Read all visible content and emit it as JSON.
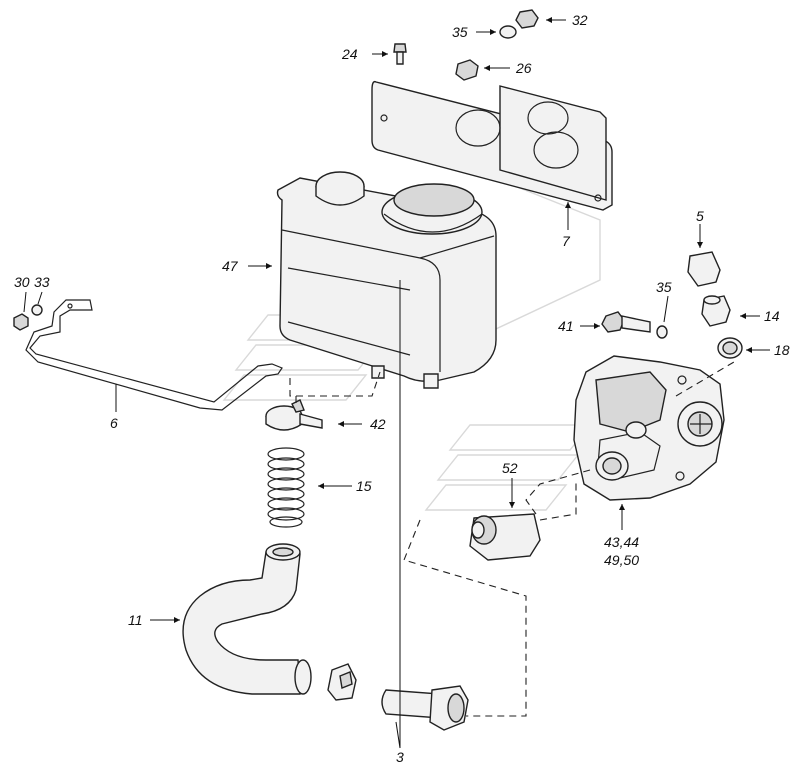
{
  "diagram": {
    "labels": {
      "l3": "3",
      "l5": "5",
      "l6": "6",
      "l7": "7",
      "l11": "11",
      "l14": "14",
      "l15": "15",
      "l18": "18",
      "l24": "24",
      "l26": "26",
      "l30": "30",
      "l32": "32",
      "l33": "33",
      "l35a": "35",
      "l35b": "35",
      "l41": "41",
      "l42": "42",
      "l47": "47",
      "l52": "52",
      "l4344": "43,44",
      "l4950": "49,50"
    }
  }
}
